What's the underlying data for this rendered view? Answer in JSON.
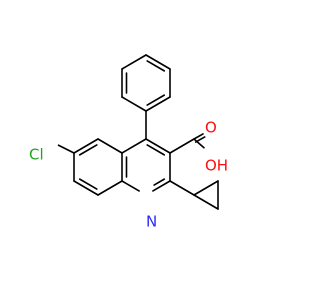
{
  "molecule": {
    "atoms": {
      "chlorine": "Cl",
      "nitrogen": "N",
      "carbonyl_oxygen": "O",
      "hydroxyl": "OH"
    },
    "colors": {
      "bond": "#000000",
      "chlorine": "#1fa61f",
      "nitrogen": "#2a2aff",
      "oxygen": "#ff0d0d"
    }
  }
}
